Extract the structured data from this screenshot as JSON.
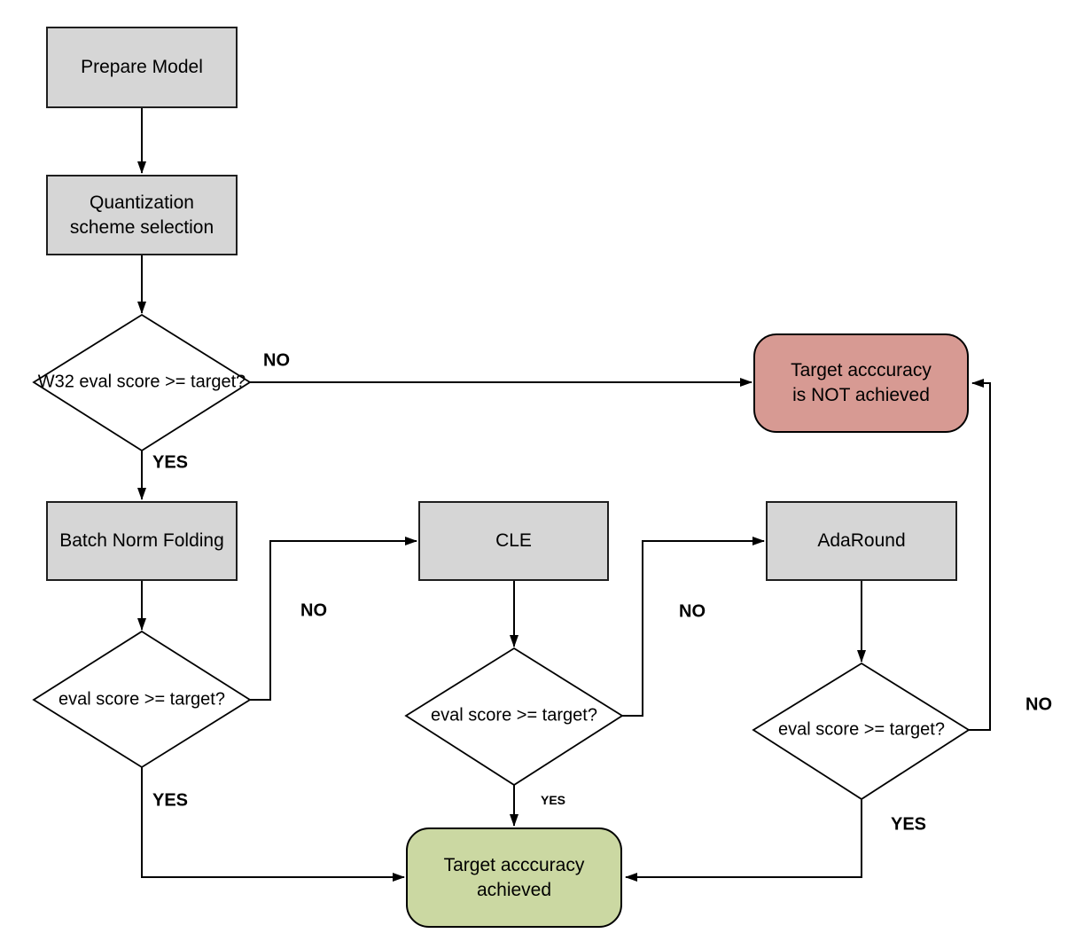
{
  "diagram": {
    "nodes": {
      "prepare_model": {
        "label": "Prepare Model"
      },
      "quantization_scheme": {
        "lines": [
          "Quantization",
          "scheme selection"
        ]
      },
      "w32_check": {
        "label": "W32 eval score >= target?"
      },
      "batch_norm_folding": {
        "label": "Batch Norm Folding"
      },
      "cle": {
        "label": "CLE"
      },
      "adaround": {
        "label": "AdaRound"
      },
      "eval_check_bnf": {
        "label": "eval score >= target?"
      },
      "eval_check_cle": {
        "label": "eval score >= target?"
      },
      "eval_check_adaround": {
        "label": "eval score >= target?"
      },
      "target_not_achieved": {
        "lines": [
          "Target acccuracy",
          "is NOT achieved"
        ]
      },
      "target_achieved": {
        "lines": [
          "Target acccuracy",
          "achieved"
        ]
      }
    },
    "edge_labels": {
      "w32_no": "NO",
      "w32_yes": "YES",
      "bnf_no": "NO",
      "bnf_yes": "YES",
      "cle_no": "NO",
      "cle_yes": "YES",
      "adaround_no": "NO",
      "adaround_yes": "YES"
    },
    "colors": {
      "process_fill": "#d6d6d6",
      "process_border": "#1f1f1f",
      "decision_fill": "#ffffff",
      "failure_fill": "#d79a93",
      "success_fill": "#cbd8a2",
      "terminal_border": "#000000",
      "line": "#000000",
      "text": "#000000"
    }
  }
}
